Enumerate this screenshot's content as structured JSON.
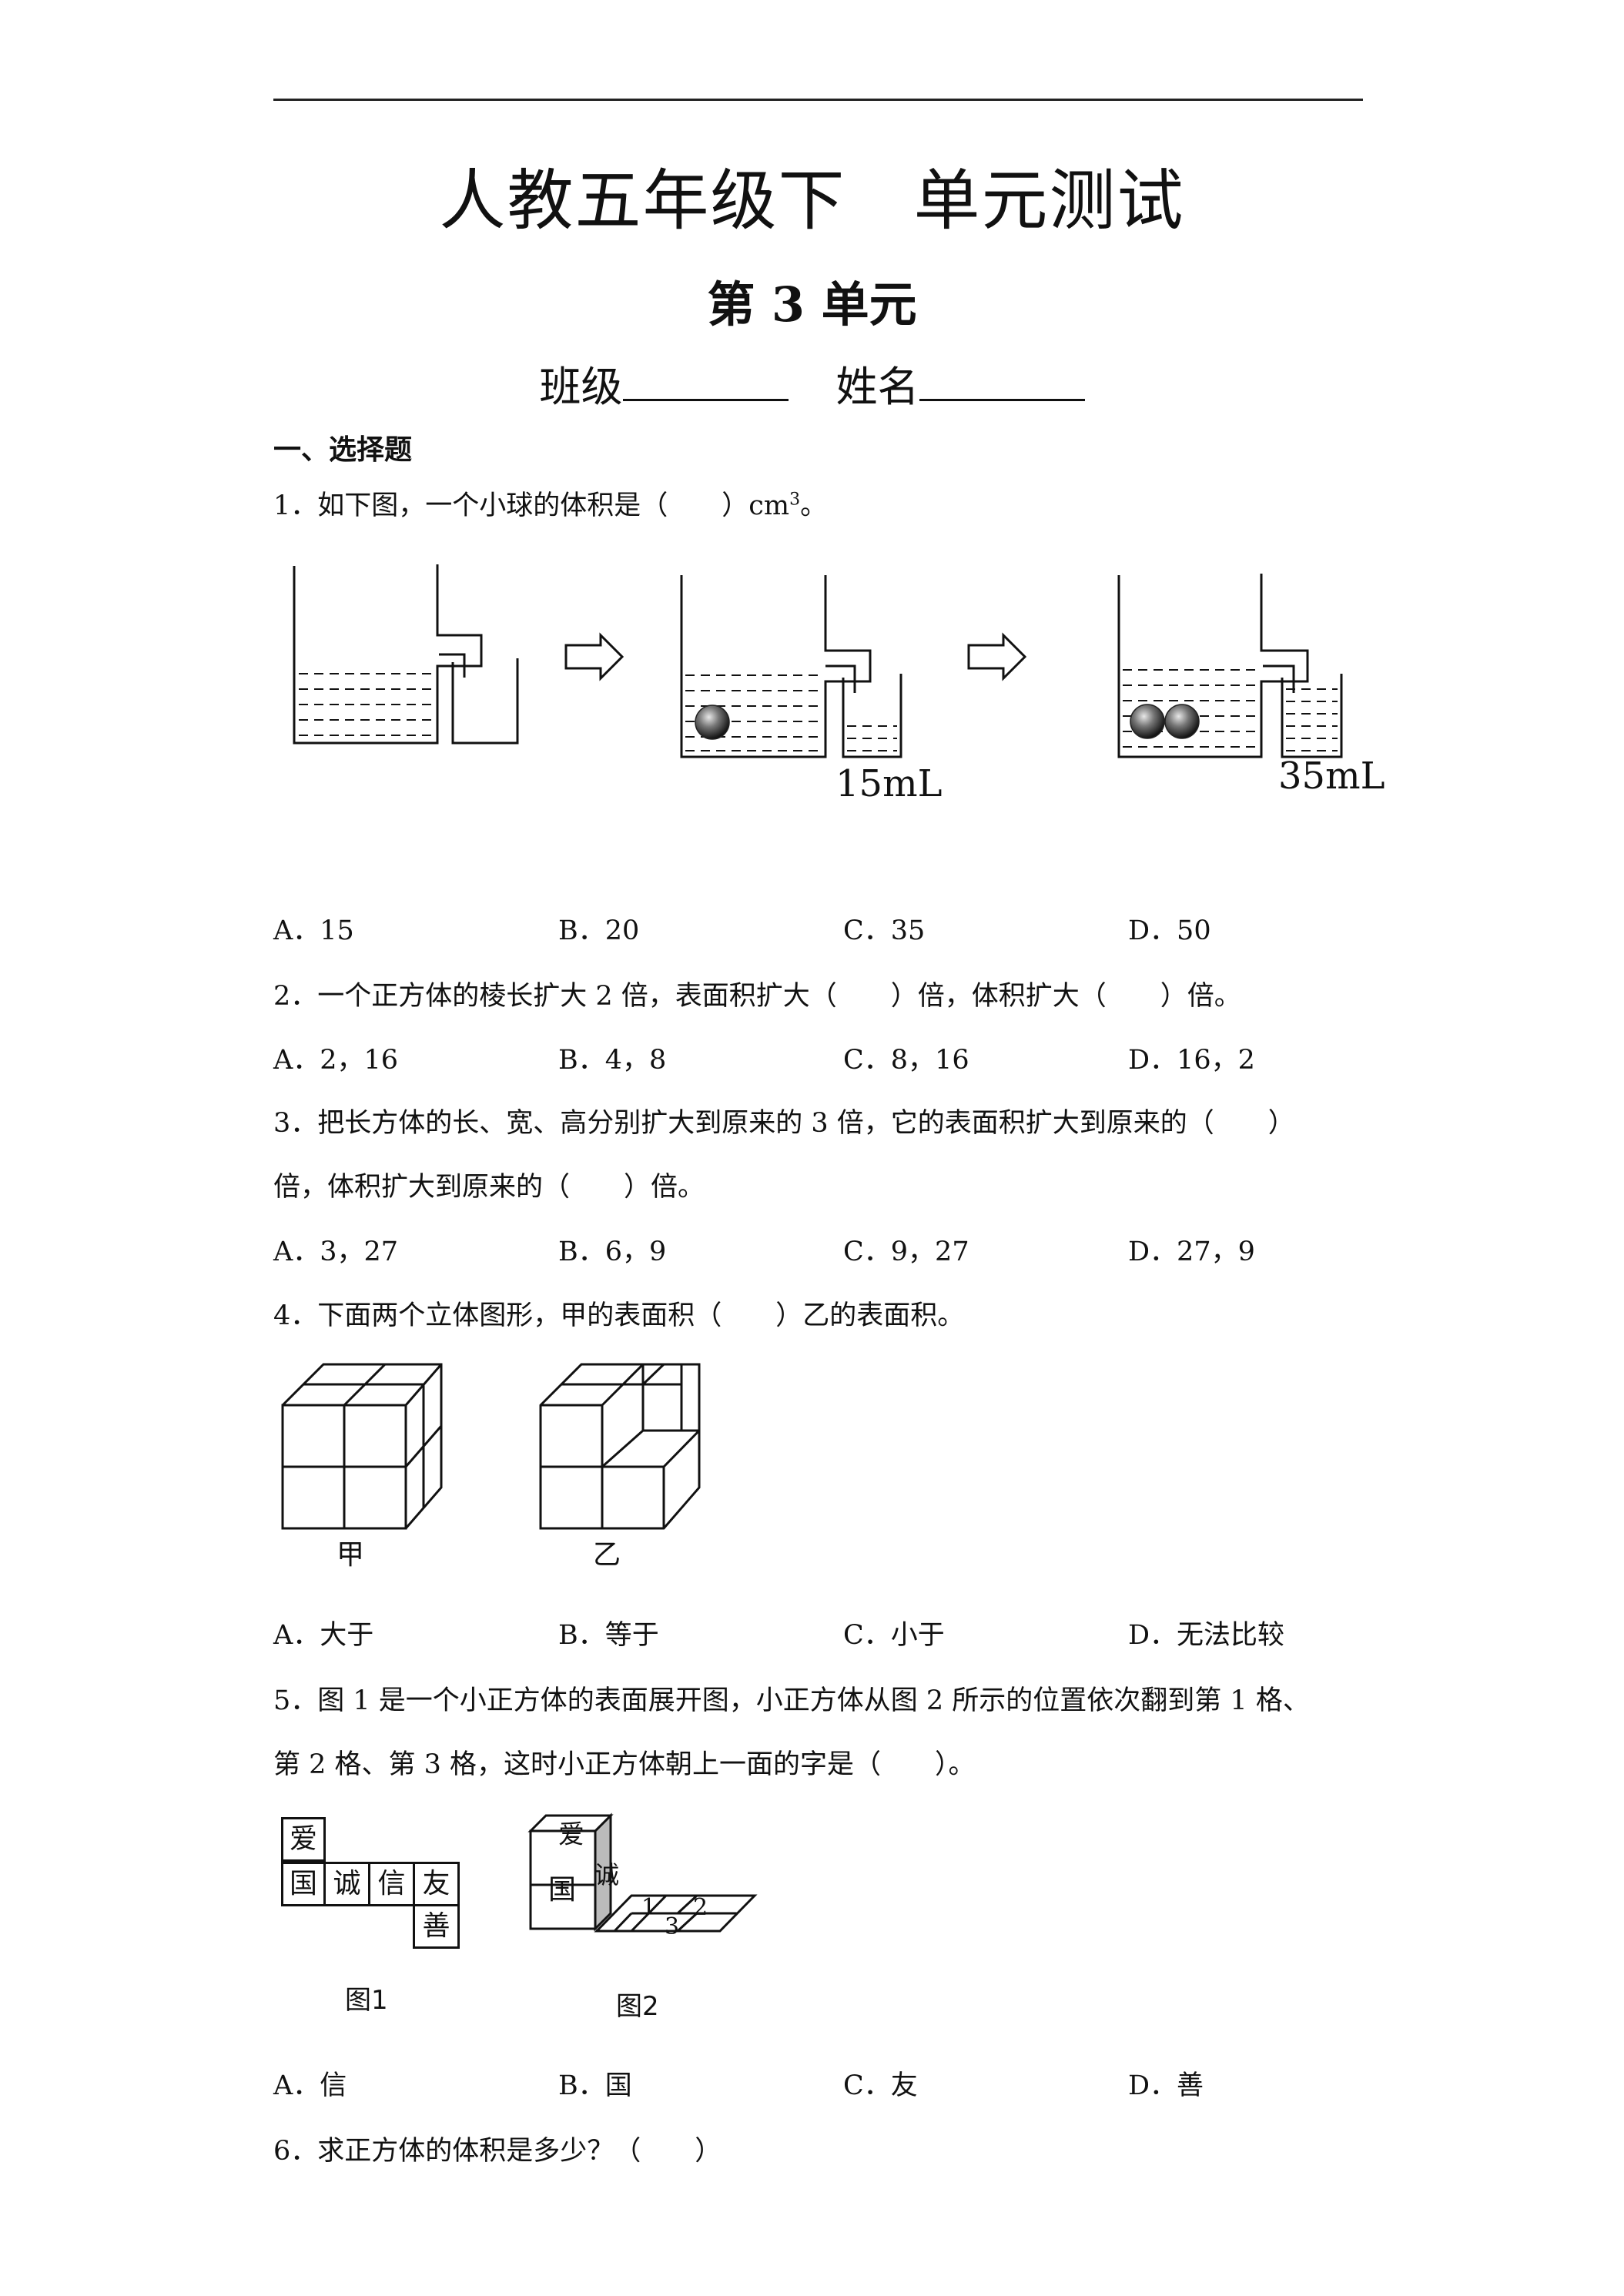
{
  "header": {
    "title": "人教五年级下　单元测试",
    "subtitle": "第 3 单元",
    "class_label": "班级",
    "name_label": "姓名"
  },
  "section": {
    "heading": "一、选择题"
  },
  "questions": [
    {
      "stem": "1．如下图，一个小球的体积是（　　）cm",
      "stem_sup": "3",
      "stem_end": "。",
      "figure_labels": [
        "15mL",
        "35mL"
      ],
      "options": [
        "A．15",
        "B．20",
        "C．35",
        "D．50"
      ]
    },
    {
      "stem": "2．一个正方体的棱长扩大 2 倍，表面积扩大（　　）倍，体积扩大（　　）倍。",
      "options": [
        "A．2，16",
        "B．4，8",
        "C．8，16",
        "D．16，2"
      ]
    },
    {
      "stem_line1": "3．把长方体的长、宽、高分别扩大到原来的 3 倍，它的表面积扩大到原来的（　　）",
      "stem_line2": "倍，体积扩大到原来的（　　）倍。",
      "options": [
        "A．3，27",
        "B．6，9",
        "C．9，27",
        "D．27，9"
      ]
    },
    {
      "stem": "4．下面两个立体图形，甲的表面积（　　）乙的表面积。",
      "figure_labels": [
        "甲",
        "乙"
      ],
      "options": [
        "A．大于",
        "B．等于",
        "C．小于",
        "D．无法比较"
      ]
    },
    {
      "stem_line1": "5．图 1 是一个小正方体的表面展开图，小正方体从图 2 所示的位置依次翻到第 1 格、",
      "stem_line2": "第 2 格、第 3 格，这时小正方体朝上一面的字是（　　）。",
      "net_chars": [
        "爱",
        "国",
        "诚",
        "信",
        "友",
        "善"
      ],
      "cube_chars": [
        "爱",
        "国",
        "诚"
      ],
      "grid_numbers": [
        "1",
        "2",
        "3"
      ],
      "figure_labels": [
        "图1",
        "图2"
      ],
      "options": [
        "A．信",
        "B．国",
        "C．友",
        "D．善"
      ]
    },
    {
      "stem": "6．求正方体的体积是多少？（　　）"
    }
  ]
}
